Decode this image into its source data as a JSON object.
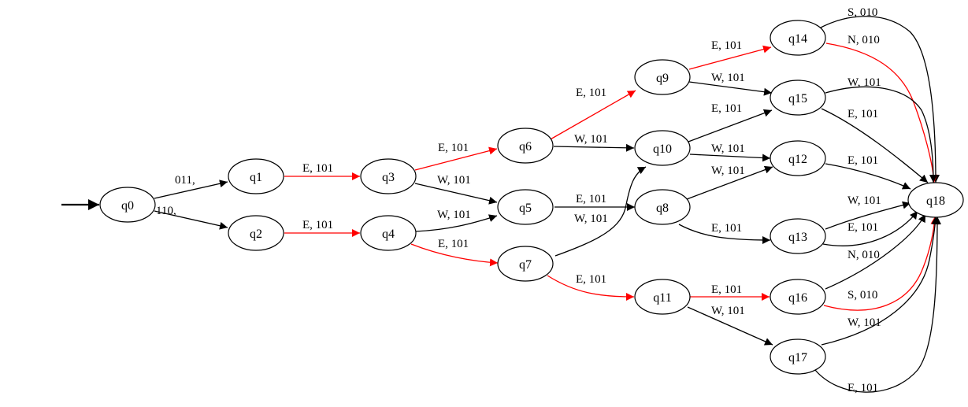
{
  "colors": {
    "default_edge": "#000000",
    "highlight_edge": "#ff0000",
    "node_stroke": "#000000",
    "node_fill": "#ffffff"
  },
  "start_state": "q0",
  "states": [
    "q0",
    "q1",
    "q2",
    "q3",
    "q4",
    "q5",
    "q6",
    "q7",
    "q8",
    "q9",
    "q10",
    "q11",
    "q12",
    "q13",
    "q14",
    "q15",
    "q16",
    "q17",
    "q18"
  ],
  "transitions": [
    {
      "from": "q0",
      "to": "q1",
      "label": "011,",
      "highlight": false
    },
    {
      "from": "q0",
      "to": "q2",
      "label": "110,",
      "highlight": false
    },
    {
      "from": "q1",
      "to": "q3",
      "label": "E, 101",
      "highlight": true
    },
    {
      "from": "q2",
      "to": "q4",
      "label": "E, 101",
      "highlight": true
    },
    {
      "from": "q3",
      "to": "q6",
      "label": "E, 101",
      "highlight": true
    },
    {
      "from": "q3",
      "to": "q5",
      "label": "W, 101",
      "highlight": false
    },
    {
      "from": "q4",
      "to": "q5",
      "label": "W, 101",
      "highlight": false
    },
    {
      "from": "q4",
      "to": "q7",
      "label": "E, 101",
      "highlight": true
    },
    {
      "from": "q6",
      "to": "q9",
      "label": "E, 101",
      "highlight": true
    },
    {
      "from": "q6",
      "to": "q10",
      "label": "W, 101",
      "highlight": false
    },
    {
      "from": "q5",
      "to": "q8",
      "label": "E, 101",
      "highlight": false
    },
    {
      "from": "q7",
      "to": "q10",
      "label": "W, 101",
      "highlight": false
    },
    {
      "from": "q7",
      "to": "q11",
      "label": "E, 101",
      "highlight": true
    },
    {
      "from": "q9",
      "to": "q14",
      "label": "E, 101",
      "highlight": true
    },
    {
      "from": "q9",
      "to": "q15",
      "label": "W, 101",
      "highlight": false
    },
    {
      "from": "q10",
      "to": "q15",
      "label": "E, 101",
      "highlight": false
    },
    {
      "from": "q10",
      "to": "q12",
      "label": "W, 101",
      "highlight": false
    },
    {
      "from": "q8",
      "to": "q12",
      "label": "W, 101",
      "highlight": false
    },
    {
      "from": "q8",
      "to": "q13",
      "label": "E, 101",
      "highlight": false
    },
    {
      "from": "q11",
      "to": "q16",
      "label": "E, 101",
      "highlight": true
    },
    {
      "from": "q11",
      "to": "q17",
      "label": "W, 101",
      "highlight": false
    },
    {
      "from": "q14",
      "to": "q18",
      "label": "S, 010",
      "highlight": false
    },
    {
      "from": "q14",
      "to": "q18",
      "label": "N, 010",
      "highlight": true
    },
    {
      "from": "q15",
      "to": "q18",
      "label": "W, 101",
      "highlight": false
    },
    {
      "from": "q15",
      "to": "q18",
      "label": "E, 101",
      "highlight": false
    },
    {
      "from": "q12",
      "to": "q18",
      "label": "E, 101",
      "highlight": false
    },
    {
      "from": "q13",
      "to": "q18",
      "label": "W, 101",
      "highlight": false
    },
    {
      "from": "q13",
      "to": "q18",
      "label": "E, 101",
      "highlight": false
    },
    {
      "from": "q16",
      "to": "q18",
      "label": "N, 010",
      "highlight": false
    },
    {
      "from": "q16",
      "to": "q18",
      "label": "S, 010",
      "highlight": true
    },
    {
      "from": "q17",
      "to": "q18",
      "label": "W, 101",
      "highlight": false
    },
    {
      "from": "q17",
      "to": "q18",
      "label": "E, 101",
      "highlight": false
    }
  ]
}
